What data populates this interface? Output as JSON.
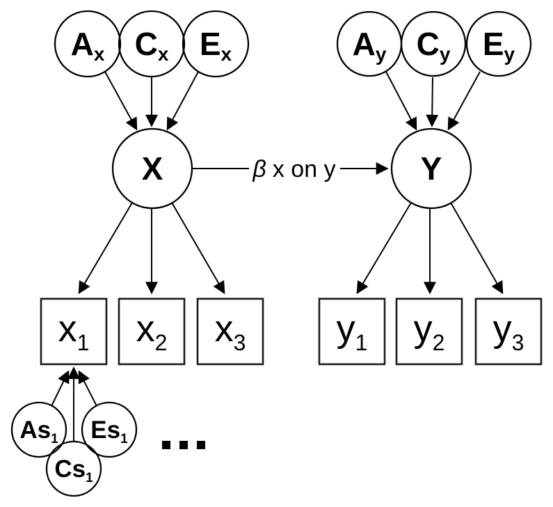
{
  "diagram": {
    "background_color": "#ffffff",
    "stroke_color": "#000000",
    "nodes": {
      "ax": {
        "main": "A",
        "sub": "x"
      },
      "cx": {
        "main": "C",
        "sub": "x"
      },
      "ex": {
        "main": "E",
        "sub": "x"
      },
      "ay": {
        "main": "A",
        "sub": "y"
      },
      "cy": {
        "main": "C",
        "sub": "y"
      },
      "ey": {
        "main": "E",
        "sub": "y"
      },
      "x": {
        "main": "X"
      },
      "y": {
        "main": "Y"
      },
      "x1": {
        "main": "x",
        "sub": "1"
      },
      "x2": {
        "main": "x",
        "sub": "2"
      },
      "x3": {
        "main": "x",
        "sub": "3"
      },
      "y1": {
        "main": "y",
        "sub": "1"
      },
      "y2": {
        "main": "y",
        "sub": "2"
      },
      "y3": {
        "main": "y",
        "sub": "3"
      },
      "as1": {
        "main": "As",
        "sub": "1"
      },
      "cs1": {
        "main": "Cs",
        "sub": "1"
      },
      "es1": {
        "main": "Es",
        "sub": "1"
      }
    },
    "edge_label": {
      "beta": "β",
      "rest": "x on y"
    },
    "ellipsis": "...",
    "edges": [
      {
        "from": "Ax",
        "to": "X"
      },
      {
        "from": "Cx",
        "to": "X"
      },
      {
        "from": "Ex",
        "to": "X"
      },
      {
        "from": "Ay",
        "to": "Y"
      },
      {
        "from": "Cy",
        "to": "Y"
      },
      {
        "from": "Ey",
        "to": "Y"
      },
      {
        "from": "X",
        "to": "x1"
      },
      {
        "from": "X",
        "to": "x2"
      },
      {
        "from": "X",
        "to": "x3"
      },
      {
        "from": "Y",
        "to": "y1"
      },
      {
        "from": "Y",
        "to": "y2"
      },
      {
        "from": "Y",
        "to": "y3"
      },
      {
        "from": "X",
        "to": "Y",
        "label": "β x on y"
      },
      {
        "from": "As1",
        "to": "x1"
      },
      {
        "from": "Cs1",
        "to": "x1"
      },
      {
        "from": "Es1",
        "to": "x1"
      }
    ]
  }
}
